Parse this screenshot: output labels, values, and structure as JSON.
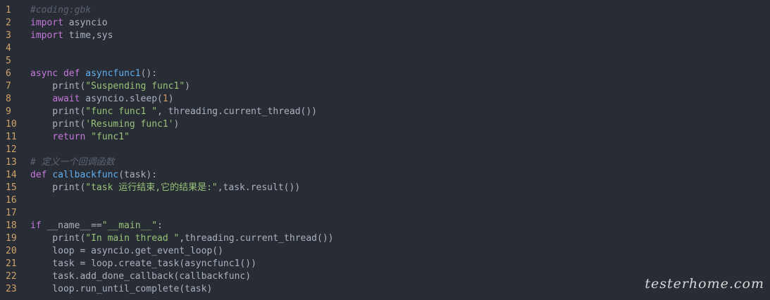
{
  "colors": {
    "background": "#282c34",
    "line_number": "#d0a36b",
    "keyword": "#c678dd",
    "function": "#61afef",
    "string": "#98c379",
    "number": "#d19a66",
    "comment": "#5c6370",
    "plain": "#abb2bf"
  },
  "lines": [
    {
      "n": "1",
      "tokens": [
        {
          "t": "cm",
          "v": "#coding:gbk"
        }
      ]
    },
    {
      "n": "2",
      "tokens": [
        {
          "t": "kw",
          "v": "import"
        },
        {
          "t": "pl",
          "v": " asyncio"
        }
      ]
    },
    {
      "n": "3",
      "tokens": [
        {
          "t": "kw",
          "v": "import"
        },
        {
          "t": "pl",
          "v": " time,sys"
        }
      ]
    },
    {
      "n": "4",
      "tokens": []
    },
    {
      "n": "5",
      "tokens": []
    },
    {
      "n": "6",
      "tokens": [
        {
          "t": "kw",
          "v": "async"
        },
        {
          "t": "pl",
          "v": " "
        },
        {
          "t": "kw",
          "v": "def"
        },
        {
          "t": "pl",
          "v": " "
        },
        {
          "t": "fn",
          "v": "asyncfunc1"
        },
        {
          "t": "pl",
          "v": "():"
        }
      ]
    },
    {
      "n": "7",
      "tokens": [
        {
          "t": "pl",
          "v": "    print("
        },
        {
          "t": "str",
          "v": "\"Suspending func1\""
        },
        {
          "t": "pl",
          "v": ")"
        }
      ]
    },
    {
      "n": "8",
      "tokens": [
        {
          "t": "pl",
          "v": "    "
        },
        {
          "t": "kw",
          "v": "await"
        },
        {
          "t": "pl",
          "v": " asyncio.sleep("
        },
        {
          "t": "num",
          "v": "1"
        },
        {
          "t": "pl",
          "v": ")"
        }
      ]
    },
    {
      "n": "9",
      "tokens": [
        {
          "t": "pl",
          "v": "    print("
        },
        {
          "t": "str",
          "v": "\"func func1 \""
        },
        {
          "t": "pl",
          "v": ", threading.current_thread())"
        }
      ]
    },
    {
      "n": "10",
      "tokens": [
        {
          "t": "pl",
          "v": "    print("
        },
        {
          "t": "str",
          "v": "'Resuming func1'"
        },
        {
          "t": "pl",
          "v": ")"
        }
      ]
    },
    {
      "n": "11",
      "tokens": [
        {
          "t": "pl",
          "v": "    "
        },
        {
          "t": "kw",
          "v": "return"
        },
        {
          "t": "pl",
          "v": " "
        },
        {
          "t": "str",
          "v": "\"func1\""
        }
      ]
    },
    {
      "n": "12",
      "tokens": []
    },
    {
      "n": "13",
      "tokens": [
        {
          "t": "cm",
          "v": "# 定义一个回调函数"
        }
      ]
    },
    {
      "n": "14",
      "tokens": [
        {
          "t": "kw",
          "v": "def"
        },
        {
          "t": "pl",
          "v": " "
        },
        {
          "t": "fn",
          "v": "callbackfunc"
        },
        {
          "t": "pl",
          "v": "(task):"
        }
      ]
    },
    {
      "n": "15",
      "tokens": [
        {
          "t": "pl",
          "v": "    print("
        },
        {
          "t": "str",
          "v": "\"task 运行结束,它的结果是:\""
        },
        {
          "t": "pl",
          "v": ",task.result())"
        }
      ]
    },
    {
      "n": "16",
      "tokens": []
    },
    {
      "n": "17",
      "tokens": []
    },
    {
      "n": "18",
      "tokens": [
        {
          "t": "kw",
          "v": "if"
        },
        {
          "t": "pl",
          "v": " __name__=="
        },
        {
          "t": "str",
          "v": "\"__main__\""
        },
        {
          "t": "pl",
          "v": ":"
        }
      ]
    },
    {
      "n": "19",
      "tokens": [
        {
          "t": "pl",
          "v": "    print("
        },
        {
          "t": "str",
          "v": "\"In main thread \""
        },
        {
          "t": "pl",
          "v": ",threading.current_thread())"
        }
      ]
    },
    {
      "n": "20",
      "tokens": [
        {
          "t": "pl",
          "v": "    loop = asyncio.get_event_loop()"
        }
      ]
    },
    {
      "n": "21",
      "tokens": [
        {
          "t": "pl",
          "v": "    task = loop.create_task(asyncfunc1())"
        }
      ]
    },
    {
      "n": "22",
      "tokens": [
        {
          "t": "pl",
          "v": "    task.add_done_callback(callbackfunc)"
        }
      ]
    },
    {
      "n": "23",
      "tokens": [
        {
          "t": "pl",
          "v": "    loop.run_until_complete(task)"
        }
      ]
    }
  ],
  "watermark": "testerhome.com"
}
